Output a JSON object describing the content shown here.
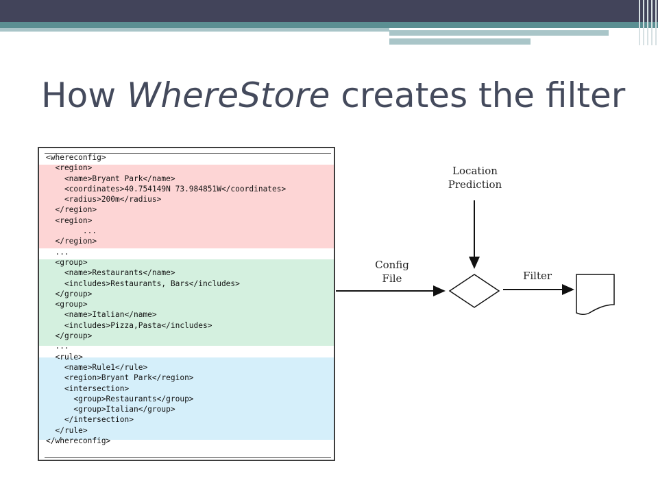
{
  "slide": {
    "title_prefix": "How ",
    "title_emph": "WhereStore",
    "title_suffix": " creates the filter"
  },
  "code_lines": [
    "<whereconfig>",
    "  <region>",
    "    <name>Bryant Park</name>",
    "    <coordinates>40.754149N 73.984851W</coordinates>",
    "    <radius>200m</radius>",
    "  </region>",
    "  <region>",
    "        ...",
    "  </region>",
    "  ...",
    "  <group>",
    "    <name>Restaurants</name>",
    "    <includes>Restaurants, Bars</includes>",
    "  </group>",
    "  <group>",
    "    <name>Italian</name>",
    "    <includes>Pizza,Pasta</includes>",
    "  </group>",
    "  ...",
    "  <rule>",
    "    <name>Rule1</rule>",
    "    <region>Bryant Park</region>",
    "    <intersection>",
    "      <group>Restaurants</group>",
    "      <group>Italian</group>",
    "    </intersection>",
    "  </rule>",
    "</whereconfig>"
  ],
  "highlight_colors": {
    "region": "#fdd5d5",
    "group": "#d4f0df",
    "rule": "#d5effa"
  },
  "labels": {
    "location_prediction_line1": "Location",
    "location_prediction_line2": "Prediction",
    "config_file_line1": "Config",
    "config_file_line2": "File",
    "filter": "Filter"
  }
}
